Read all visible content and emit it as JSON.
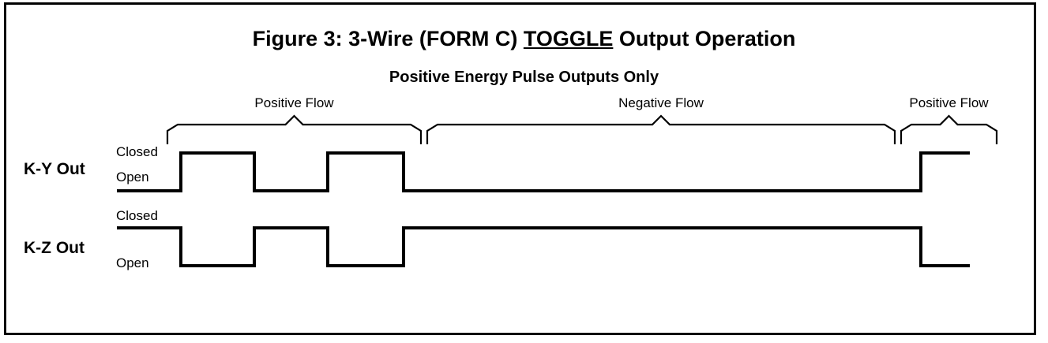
{
  "figure": {
    "title_prefix": "Figure 3: 3-Wire (FORM C) ",
    "title_emphasis": "TOGGLE",
    "title_suffix": " Output Operation",
    "subtitle": "Positive Energy Pulse Outputs Only",
    "border_color": "#000000",
    "line_color": "#000000",
    "background_color": "#ffffff"
  },
  "flow_regions": [
    {
      "label": "Positive Flow",
      "start_x": 212,
      "end_x": 533
    },
    {
      "label": "Negative Flow",
      "start_x": 541,
      "end_x": 1133
    },
    {
      "label": "Positive Flow",
      "start_x": 1141,
      "end_x": 1262
    }
  ],
  "signals": [
    {
      "name": "K-Y Out",
      "high_label": "Closed",
      "low_label": "Open",
      "high_y": 194,
      "low_y": 242,
      "start_x": 148,
      "end_x": 1228,
      "initial_state": "Open",
      "transitions": [
        229,
        322,
        415,
        511,
        1166
      ]
    },
    {
      "name": "K-Z Out",
      "high_label": "Closed",
      "low_label": "Open",
      "high_y": 289,
      "low_y": 337,
      "start_x": 148,
      "end_x": 1228,
      "initial_state": "Closed",
      "transitions": [
        229,
        322,
        415,
        511,
        1166
      ]
    }
  ],
  "chart_data": {
    "type": "line",
    "title": "Figure 3: 3-Wire (FORM C) TOGGLE Output Operation",
    "subtitle": "Positive Energy Pulse Outputs Only",
    "xlabel": "",
    "ylabel": "",
    "grid": false,
    "legend": "none",
    "x_axis_note": "time (unlabeled)",
    "states": [
      "Open",
      "Closed"
    ],
    "series": [
      {
        "name": "K-Y Out",
        "state_segments": [
          {
            "from_x": 148,
            "to_x": 229,
            "state": "Open"
          },
          {
            "from_x": 229,
            "to_x": 322,
            "state": "Closed"
          },
          {
            "from_x": 322,
            "to_x": 415,
            "state": "Open"
          },
          {
            "from_x": 415,
            "to_x": 511,
            "state": "Closed"
          },
          {
            "from_x": 511,
            "to_x": 1166,
            "state": "Open"
          },
          {
            "from_x": 1166,
            "to_x": 1228,
            "state": "Closed"
          }
        ]
      },
      {
        "name": "K-Z Out",
        "state_segments": [
          {
            "from_x": 148,
            "to_x": 229,
            "state": "Closed"
          },
          {
            "from_x": 229,
            "to_x": 322,
            "state": "Open"
          },
          {
            "from_x": 322,
            "to_x": 415,
            "state": "Closed"
          },
          {
            "from_x": 415,
            "to_x": 511,
            "state": "Open"
          },
          {
            "from_x": 511,
            "to_x": 1166,
            "state": "Closed"
          },
          {
            "from_x": 1166,
            "to_x": 1228,
            "state": "Open"
          }
        ]
      }
    ],
    "annotations": [
      {
        "text": "Positive Flow",
        "span_x": [
          212,
          533
        ]
      },
      {
        "text": "Negative Flow",
        "span_x": [
          541,
          1133
        ]
      },
      {
        "text": "Positive Flow",
        "span_x": [
          1141,
          1262
        ]
      }
    ]
  }
}
